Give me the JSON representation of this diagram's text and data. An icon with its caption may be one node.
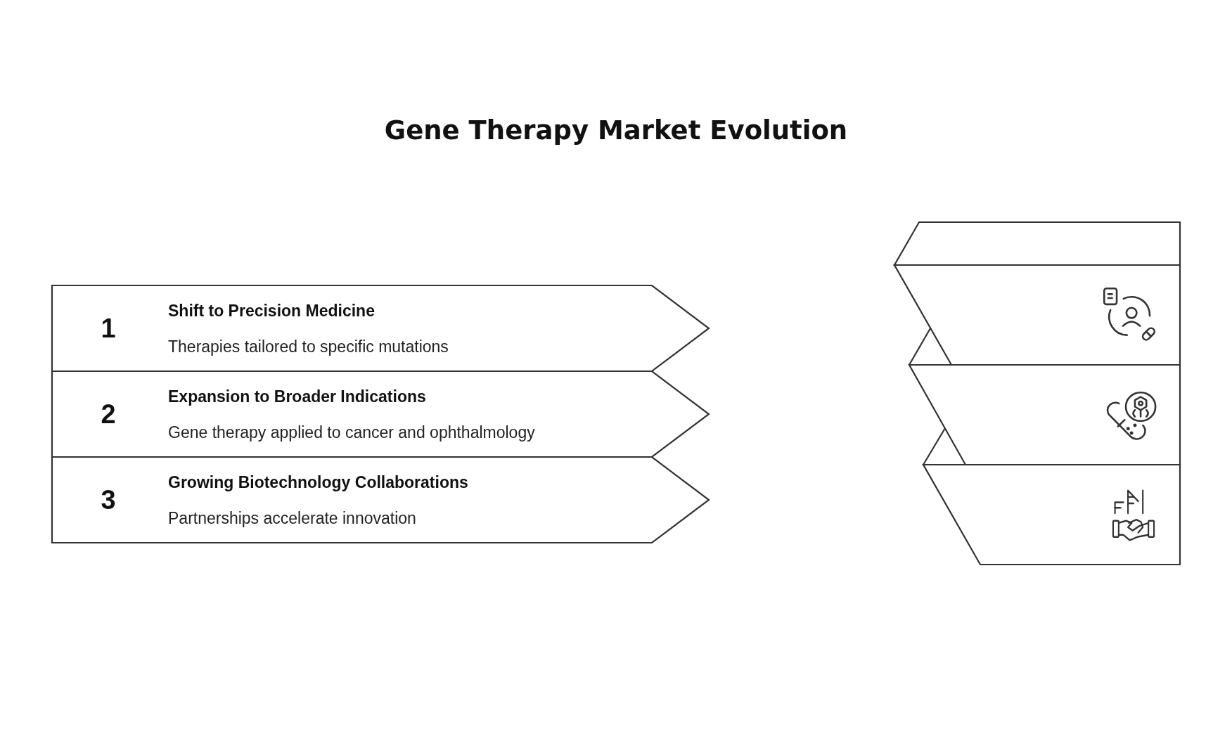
{
  "diagram": {
    "title": "Gene Therapy Market Evolution",
    "nodes": [
      {
        "text": [
          "1",
          "Shift to Precision Medicine",
          "Therapies tailored to specific mutations"
        ]
      },
      {
        "text": [
          "2",
          "Expansion to Broader Indications",
          "Gene therapy applied to cancer and ophthalmology"
        ]
      },
      {
        "text": [
          "3",
          "Growing Biotechnology Collaborations",
          "Partnerships accelerate innovation"
        ]
      },
      {
        "text": [],
        "shape": "box"
      },
      {
        "text": [],
        "shape": "box"
      },
      {
        "text": [],
        "shape": "box"
      }
    ]
  }
}
